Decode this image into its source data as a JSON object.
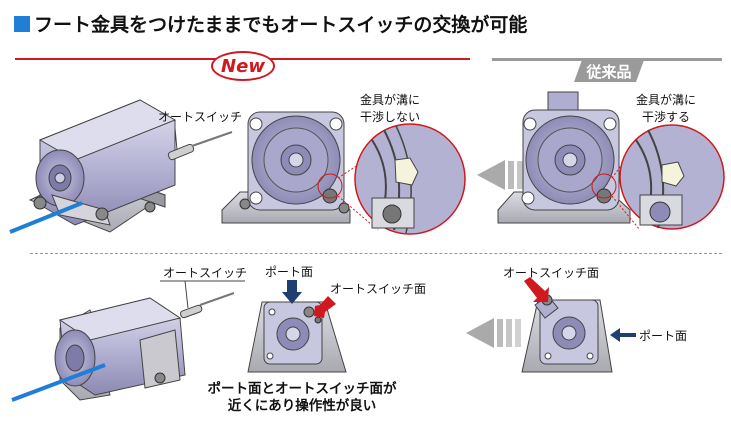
{
  "title": "フート金具をつけたままでもオートスイッチの交換が可能",
  "badges": {
    "new": "New",
    "old": "従来品"
  },
  "labels": {
    "auto_switch_top": "オートスイッチ",
    "bracket_not_interfere": [
      "金具が溝に",
      "干渉しない"
    ],
    "bracket_interferes": [
      "金具が溝に",
      "干渉する"
    ],
    "auto_switch_bottom": "オートスイッチ",
    "port_face": "ポート面",
    "auto_switch_face": "オートスイッチ面",
    "auto_switch_face_old": "オートスイッチ面",
    "port_face_old": "ポート面"
  },
  "caption": [
    "ポート面とオートスイッチ面が",
    "近くにあり操作性が良い"
  ],
  "colors": {
    "accent_blue": "#1f7fd6",
    "new_red": "#d0191e",
    "old_gray": "#9a9a9a",
    "body_lavender": "#b8b6d6",
    "base_gray": "#c9c9cf",
    "arrow_navy": "#1f3f73"
  }
}
